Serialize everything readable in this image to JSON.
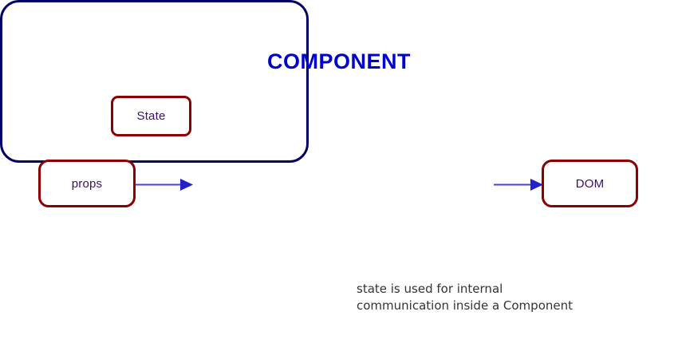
{
  "diagram": {
    "title_text": "COMPONENT",
    "nodes": {
      "props": {
        "label": "props",
        "border_color": "#8B0000",
        "text_color": "#3B1060"
      },
      "component": {
        "label": "COMPONENT",
        "border_color": "#000066",
        "text_color": "#0000CC"
      },
      "state": {
        "label": "State",
        "border_color": "#8B0000",
        "text_color": "#3B1060"
      },
      "dom": {
        "label": "DOM",
        "border_color": "#8B0000",
        "text_color": "#3B1060"
      }
    },
    "arrows": [
      {
        "name": "props-to-component",
        "from": "props",
        "to": "component",
        "color": "#4444DD",
        "direction": "right"
      },
      {
        "name": "component-to-dom",
        "from": "component",
        "to": "dom",
        "color": "#4444DD",
        "direction": "right"
      }
    ],
    "caption": {
      "text": "state is used for internal\ncommunication inside a Component",
      "color": "#333333"
    },
    "background_color": "#ffffff"
  }
}
